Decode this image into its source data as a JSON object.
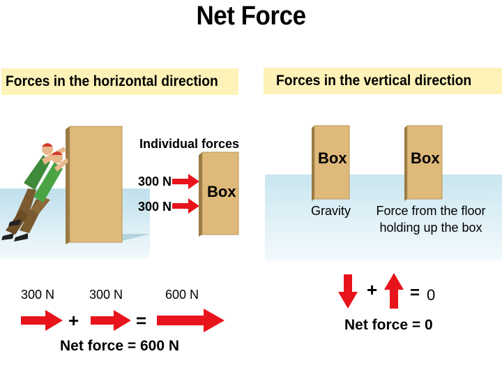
{
  "slide": {
    "title": "Net Force"
  },
  "horizontal": {
    "heading": "Forces in the horizontal direction",
    "individual_label": "Individual forces",
    "force1": "300 N",
    "force2": "300 N",
    "box_label": "Box",
    "eq_term1": "300 N",
    "eq_term2": "300 N",
    "eq_result": "600 N",
    "plus": "+",
    "equals": "=",
    "net_label": "Net force = 600 N"
  },
  "vertical": {
    "heading": "Forces in the vertical direction",
    "box_left_label": "Box",
    "box_right_label": "Box",
    "gravity_label": "Gravity",
    "floor_label_line1": "Force from the floor",
    "floor_label_line2": "holding up the box",
    "plus": "+",
    "equals": "=",
    "zero": "0",
    "net_label": "Net force = 0"
  },
  "colors": {
    "banner": "#fdf2b8",
    "arrow": "#e8141b",
    "box": "#deb97a",
    "water": "#cbe6f0"
  }
}
